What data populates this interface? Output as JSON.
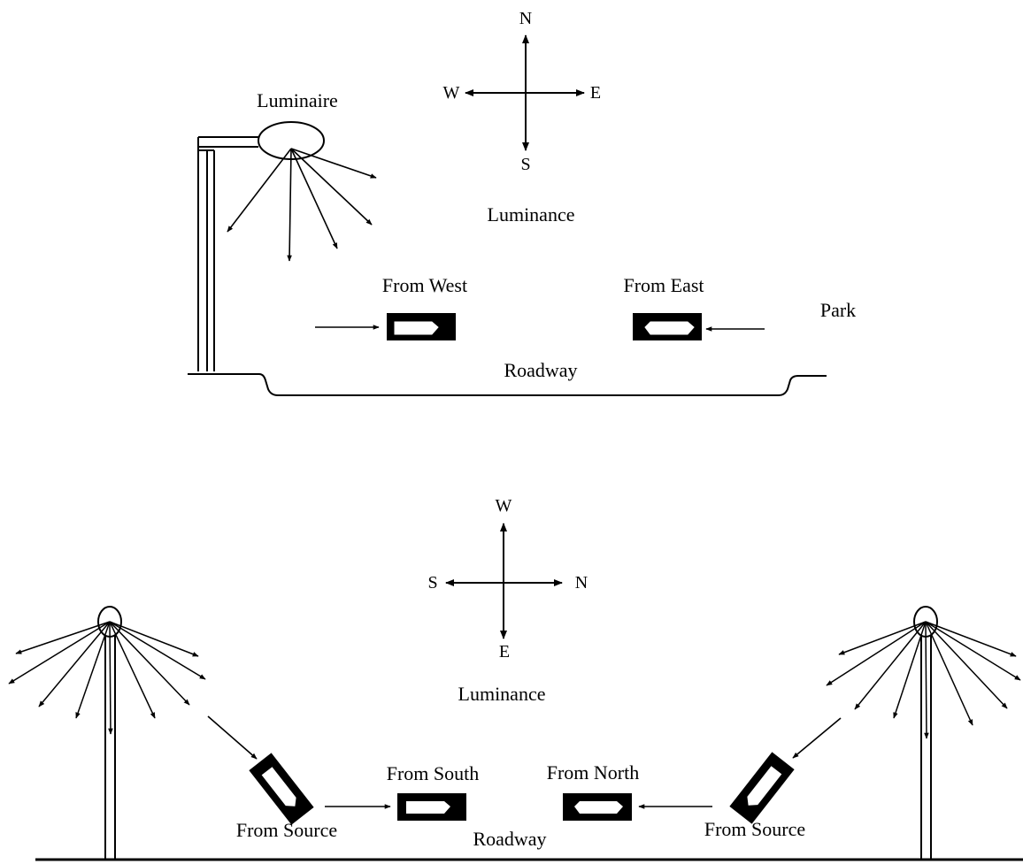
{
  "top_panel": {
    "compass": {
      "north": "N",
      "south": "S",
      "east": "E",
      "west": "W"
    },
    "luminaire_label": "Luminaire",
    "luminance_label": "Luminance",
    "from_west_label": "From West",
    "from_east_label": "From East",
    "park_label": "Park",
    "roadway_label": "Roadway"
  },
  "bottom_panel": {
    "compass": {
      "top": "W",
      "bottom": "E",
      "left": "S",
      "right": "N"
    },
    "luminance_label": "Luminance",
    "from_south_label": "From South",
    "from_north_label": "From North",
    "from_source_left_label": "From Source",
    "from_source_right_label": "From Source",
    "roadway_label": "Roadway"
  }
}
